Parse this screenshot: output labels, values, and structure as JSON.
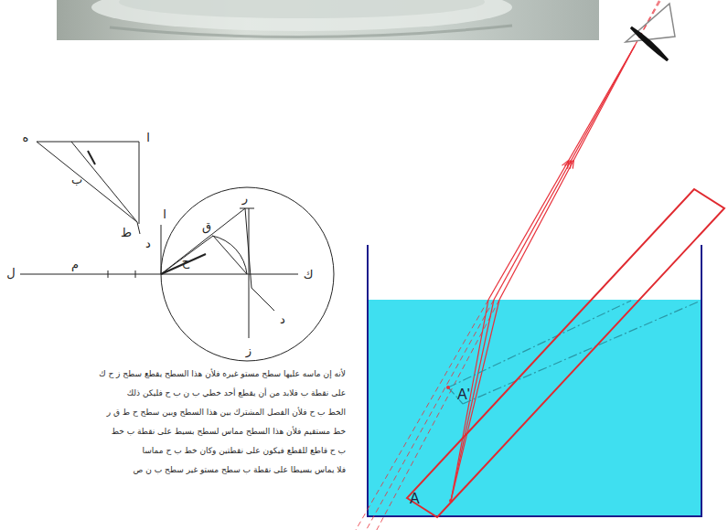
{
  "diagram": {
    "labels": [
      "ه",
      "ا",
      "ب",
      "ط",
      "د",
      "ا",
      "ل",
      "م",
      "ح",
      "ق",
      "ر",
      "ك",
      "د",
      "ز",
      "لأنه إن ماسه عليها سطح مستو غيره فلأن هذا السطح يقطع سطح ز ح ك",
      "على نقطة ب فلابد من أن يقطع أحد خطي ب ن ب ح فليكن ذلك",
      "الخط ب ح فلأن الفصل المشترك بين هذا السطح وبين سطح ح ط ق ر",
      "خط مستقيم فلأن هذا السطح مماس لسطح بسيط على نقطة ب خط",
      "ب ح قاطع للقطع فيكون على نقطتين وكان خط ب ح مماسا",
      "فلا يماس بسيطا على نقطة ب سطح مستو غير سطح ب ن ص",
      "A",
      "A'"
    ]
  }
}
